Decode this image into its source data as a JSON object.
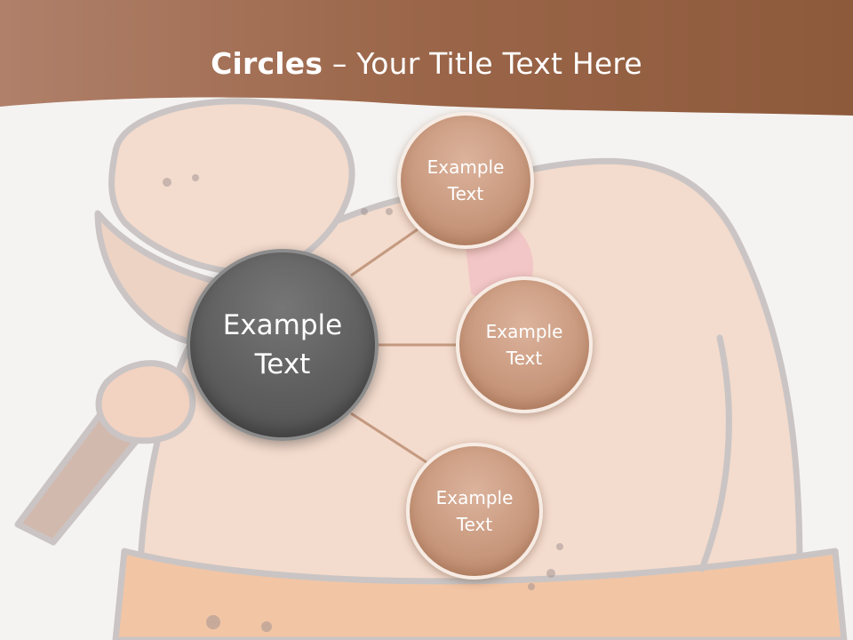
{
  "title": {
    "bold": "Circles",
    "rest": " – Your Title Text Here"
  },
  "center_node": {
    "label": "Example\nText"
  },
  "nodes": [
    {
      "label": "Example\nText"
    },
    {
      "label": "Example\nText"
    },
    {
      "label": "Example\nText"
    }
  ],
  "colors": {
    "banner": "#9a6246",
    "small_circle": "#c9997e",
    "center_circle": "#5e5e5e",
    "connector": "#c49a80"
  },
  "background_art": "faded cartoon caveman illustration"
}
